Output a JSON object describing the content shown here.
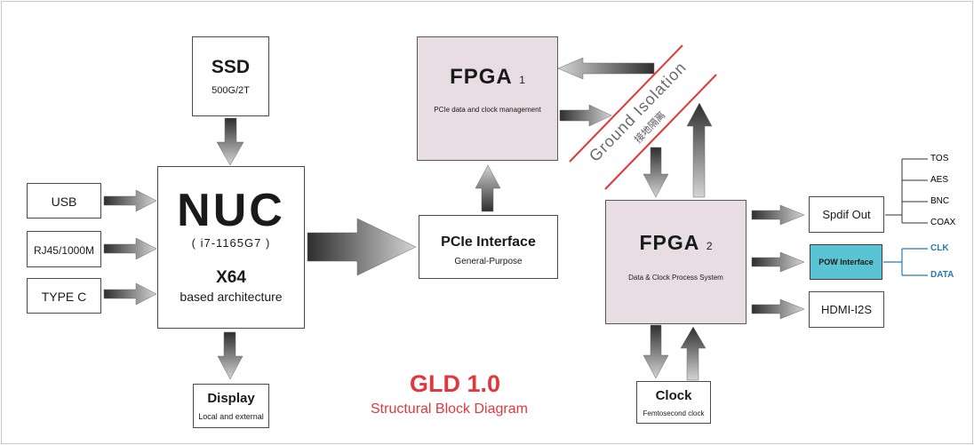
{
  "ssd": {
    "title": "SSD",
    "subtitle": "500G/2T"
  },
  "nuc": {
    "title": "NUC",
    "cpu": "( i7-1165G7 )",
    "arch_title": "X64",
    "arch_sub": "based architecture"
  },
  "inputs": {
    "usb": "USB",
    "rj45": "RJ45/1000M",
    "typec": "TYPE C"
  },
  "display": {
    "title": "Display",
    "subtitle": "Local and external"
  },
  "pcie": {
    "title": "PCIe Interface",
    "subtitle": "General-Purpose"
  },
  "fpga1": {
    "title": "FPGA",
    "index": "1",
    "subtitle": "PCIe data and clock management"
  },
  "fpga2": {
    "title": "FPGA",
    "index": "2",
    "subtitle": "Data & Clock Process System"
  },
  "isolation": {
    "en": "Ground Isolation",
    "cn": "接地隔离"
  },
  "clock": {
    "title": "Clock",
    "subtitle": "Femtosecond clock"
  },
  "spdif": {
    "title": "Spdif Out",
    "outputs": [
      "TOS",
      "AES",
      "BNC",
      "COAX"
    ]
  },
  "pow": {
    "title": "POW Interface",
    "signals": [
      "CLK",
      "DATA"
    ],
    "fill": "#5bc4d4",
    "signal_color": "#2b78b8"
  },
  "hdmi": {
    "title": "HDMI-I2S"
  },
  "caption": {
    "title": "GLD 1.0",
    "subtitle": "Structural Block Diagram",
    "color": "#e0383c"
  },
  "isolation_line_color": "#e0383c"
}
